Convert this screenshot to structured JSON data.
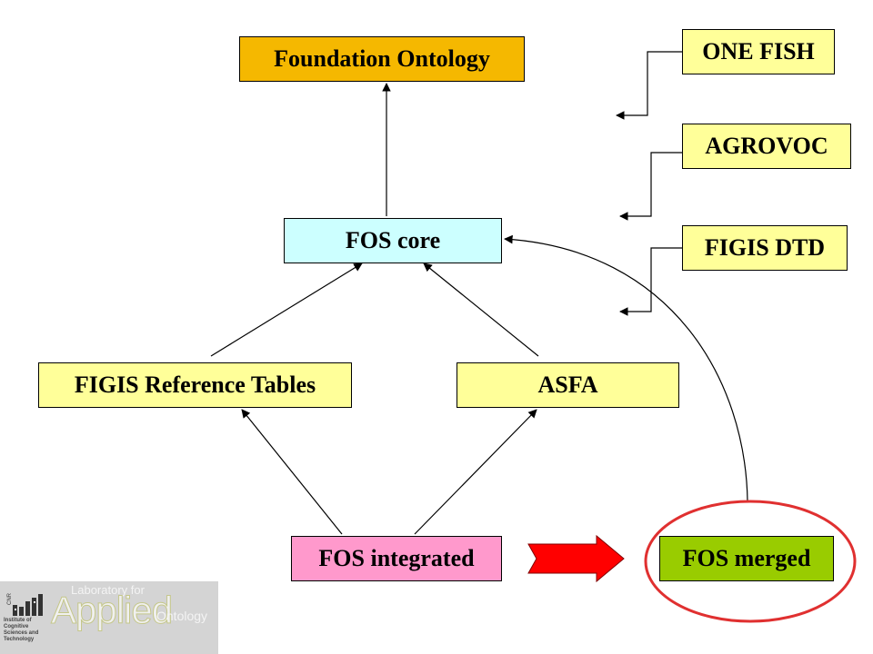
{
  "nodes": {
    "foundation": "Foundation Ontology",
    "core": "FOS core",
    "figis_ref": "FIGIS Reference Tables",
    "asfa": "ASFA",
    "integrated": "FOS integrated",
    "merged": "FOS merged",
    "onefish": "ONE FISH",
    "agrovoc": "AGROVOC",
    "figis_dtd": "FIGIS DTD"
  },
  "colors": {
    "foundation": "#f5b800",
    "core": "#ccffff",
    "source": "#ffff99",
    "integrated": "#ff99cc",
    "merged": "#99cc00",
    "transform_arrow": "#ff0000",
    "highlight_ellipse": "#e03030"
  },
  "logo": {
    "lab": "Laboratory for",
    "applied": "Applied",
    "ontology": "Ontology",
    "institute": "Institute of Cognitive Sciences and Technology",
    "badge": "CNR"
  }
}
